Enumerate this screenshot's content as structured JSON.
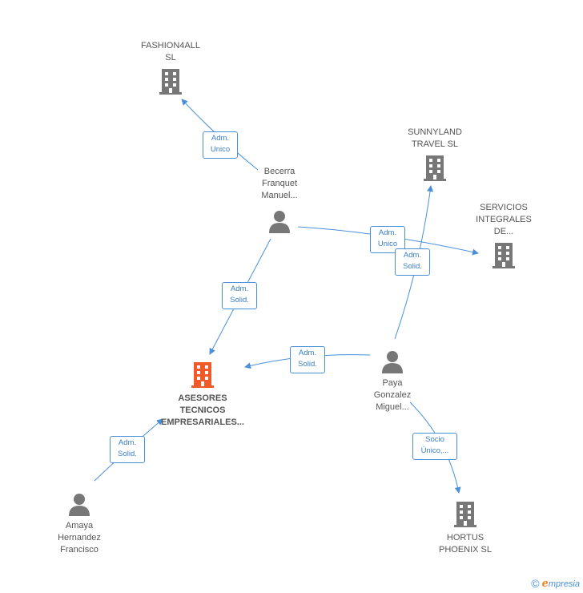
{
  "nodes": {
    "fashion4all": "FASHION4ALL\nSL",
    "sunnyland": "SUNNYLAND\nTRAVEL SL",
    "servicios": "SERVICIOS\nINTEGRALES\nDE...",
    "becerra": "Becerra\nFranquet\nManuel...",
    "asesores": "ASESORES\nTECNICOS\nEMPRESARIALES...",
    "paya": "Paya\nGonzalez\nMiguel...",
    "amaya": "Amaya\nHernandez\nFrancisco",
    "hortus": "HORTUS\nPHOENIX SL"
  },
  "edges": {
    "becerra_fashion": "Adm.\nUnico",
    "becerra_servicios": "Adm.\nUnico",
    "paya_sunnyland": "Adm.\nSolid.",
    "becerra_asesores": "Adm.\nSolid.",
    "paya_asesores": "Adm.\nSolid.",
    "amaya_asesores": "Adm.\nSolid.",
    "paya_hortus": "Socio\nÚnico,..."
  },
  "footer": {
    "copyright": "©",
    "brand_initial": "e",
    "brand_rest": "mpresia"
  },
  "colors": {
    "edge": "#4a90d9",
    "building": "#777777",
    "highlight": "#f05a28",
    "person": "#777777"
  }
}
